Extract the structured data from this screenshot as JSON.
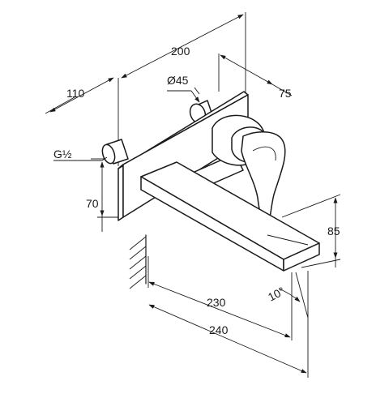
{
  "dimensions": {
    "d200": "200",
    "d110": "110",
    "d45": "Ø45",
    "d75": "75",
    "thread": "G½",
    "d70": "70",
    "d85": "85",
    "d230": "230",
    "d240": "240",
    "angle": "10°"
  }
}
